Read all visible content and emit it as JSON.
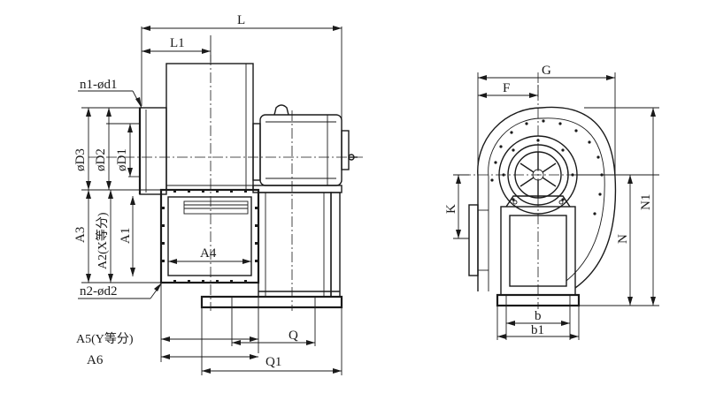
{
  "dimension_labels": {
    "L": "L",
    "L1": "L1",
    "n1_d1": "n1-ød1",
    "D3": "øD3",
    "D2": "øD2",
    "D1": "øD1",
    "A3": "A3",
    "A2": "A2(X等分)",
    "A1": "A1",
    "A4": "A4",
    "n2_d2": "n2-ød2",
    "A5": "A5(Y等分)",
    "A6": "A6",
    "Q": "Q",
    "Q1": "Q1",
    "G": "G",
    "F": "F",
    "K": "K",
    "N": "N",
    "N1": "N1",
    "b": "b",
    "b1": "b1"
  }
}
